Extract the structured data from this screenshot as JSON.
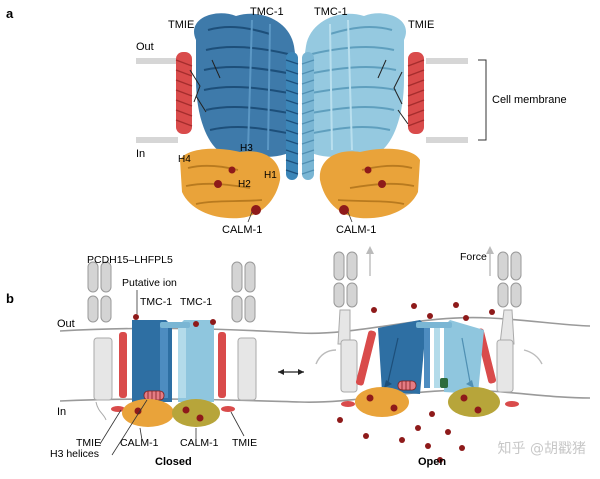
{
  "panel_a": {
    "letter": "a",
    "out_label": "Out",
    "in_label": "In",
    "tmc_left": "TMC-1",
    "tmc_right": "TMC-1",
    "tmie_left": "TMIE",
    "tmie_right": "TMIE",
    "cell_membrane": "Cell membrane",
    "h4": "H4",
    "h3": "H3",
    "h2": "H2",
    "h1": "H1",
    "calm_left": "CALM-1",
    "calm_right": "CALM-1"
  },
  "panel_b": {
    "letter": "b",
    "pcdh": "PCDH15–LHFPL5",
    "putative_ion": "Putative ion",
    "tmc_left": "TMC-1",
    "tmc_right": "TMC-1",
    "out_label": "Out",
    "in_label": "In",
    "tmie_left": "TMIE",
    "tmie_right": "TMIE",
    "h3_helices": "H3 helices",
    "calm_left": "CALM-1",
    "calm_right": "CALM-1",
    "closed": "Closed",
    "open": "Open",
    "force": "Force"
  },
  "watermark": "知乎 @胡戳猪",
  "colors": {
    "tmc_dark": "#2e6fa3",
    "tmc_light": "#8fc6de",
    "tmie_red": "#d94b4b",
    "calm_orange": "#e9a33a",
    "calm_olive": "#b7a53a",
    "ion_dark_red": "#8e1a1a",
    "membrane_grey": "#d6d6d6",
    "linker_grey": "#cfcfcf"
  }
}
